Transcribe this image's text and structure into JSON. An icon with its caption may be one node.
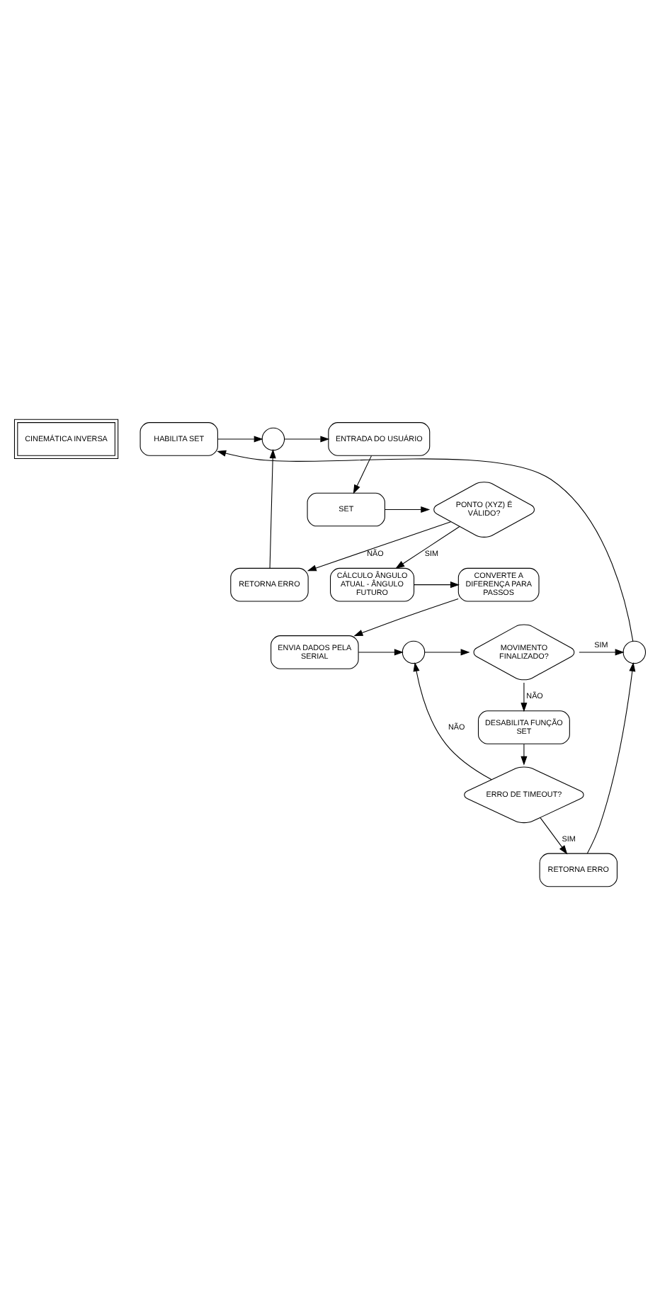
{
  "diagram": {
    "nodes": [
      {
        "text": [
          "CINEMÁTICA INVERSA"
        ]
      },
      {
        "text": [
          "ENTRADA DO USUÁRIO"
        ]
      },
      {
        "text": [],
        "shape": "circle"
      },
      {
        "text": [
          "HABILITA SET"
        ]
      },
      {
        "text": [
          "RETORNA ERRO"
        ]
      },
      {
        "text": [
          "SET"
        ]
      },
      {
        "text": [
          "PONTO (XYZ) É VÁLIDO?"
        ]
      },
      {
        "text": [
          "CONVERTE A DIFERENÇA PARA PASSOS"
        ]
      },
      {
        "text": [
          "CÁLCULO ÂNGULO ATUAL - ÂNGULO FUTURO"
        ]
      },
      {
        "text": [
          "ENVIA DADOS PELA SERIAL"
        ]
      },
      {
        "text": [],
        "shape": "circle"
      },
      {
        "text": [
          "MOVIMENTO FINALIZADO?"
        ]
      },
      {
        "text": [],
        "shape": "circle"
      },
      {
        "text": [
          "DESABILITA FUNÇÃO SET"
        ]
      },
      {
        "text": [
          "ERRO DE TIMEOUT?"
        ]
      },
      {
        "text": [
          "RETORNA ERRO"
        ]
      }
    ],
    "edges": [
      {
        "from": 1,
        "to": 5,
        "arrow": "to"
      },
      {
        "from": 5,
        "to": 6,
        "arrow": "to"
      },
      {
        "from": 6,
        "to": 4,
        "arrow": "to",
        "label": "NÃO"
      },
      {
        "from": 4,
        "to": 2,
        "arrow": "to"
      },
      {
        "from": 2,
        "to": 1,
        "arrow": "to"
      },
      {
        "from": 3,
        "to": 2,
        "arrow": "to"
      },
      {
        "from": 6,
        "to": 8,
        "arrow": "to",
        "label": "SIM"
      },
      {
        "from": 8,
        "to": 7,
        "arrow": "to"
      },
      {
        "from": 7,
        "to": 9,
        "arrow": "to"
      },
      {
        "from": 9,
        "to": 10,
        "arrow": "to"
      },
      {
        "from": 10,
        "to": 11,
        "arrow": "to"
      },
      {
        "from": 11,
        "to": 12,
        "arrow": "to",
        "label": "SIM"
      },
      {
        "from": 12,
        "to": 3,
        "arrow": "to"
      },
      {
        "from": 11,
        "to": 13,
        "arrow": "to",
        "label": "NÃO"
      },
      {
        "from": 13,
        "to": 14,
        "arrow": "to"
      },
      {
        "from": 14,
        "to": 10,
        "arrow": "to",
        "label": "NÃO"
      },
      {
        "from": 14,
        "to": 15,
        "arrow": "to",
        "label": "SIM"
      },
      {
        "from": 15,
        "to": 12,
        "arrow": "to"
      }
    ]
  }
}
